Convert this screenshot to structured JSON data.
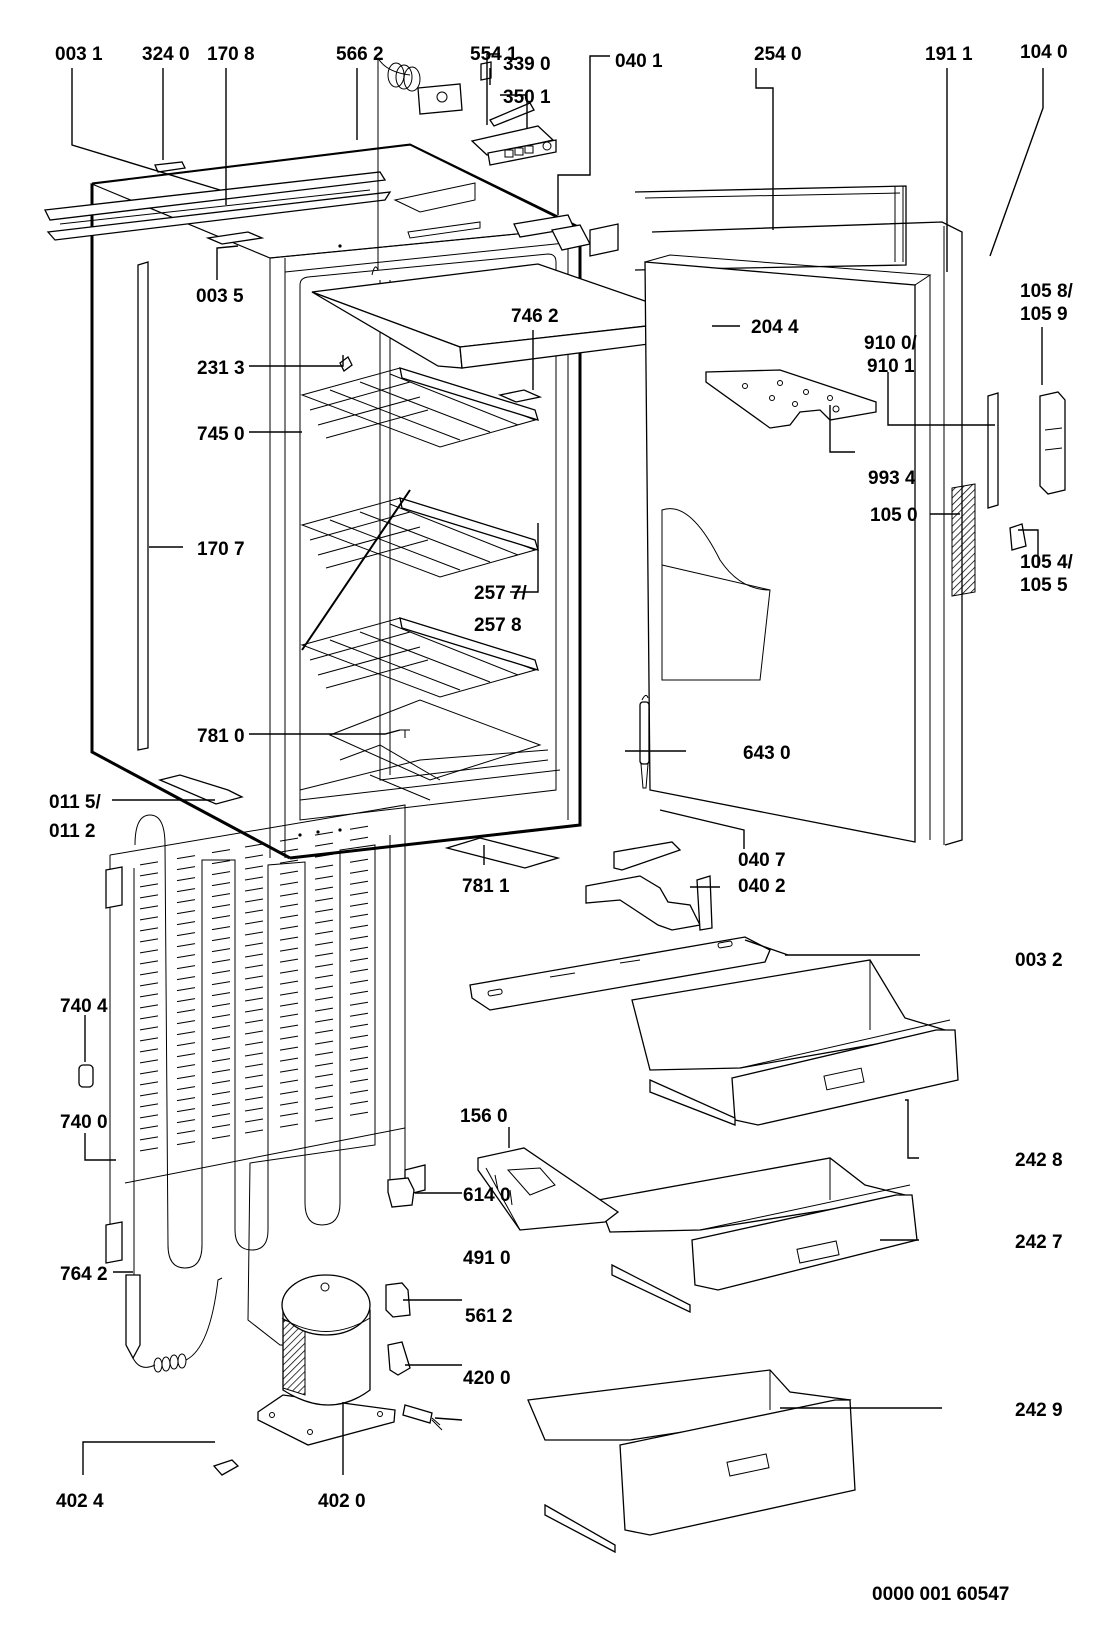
{
  "diagram": {
    "type": "exploded-parts-diagram",
    "subject": "built-in refrigerator",
    "drawing_number": "0000 001 60547",
    "callouts": [
      {
        "id": "0031",
        "text": "003 1",
        "lines": [
          "003 1"
        ]
      },
      {
        "id": "3240",
        "text": "324 0",
        "lines": [
          "324 0"
        ]
      },
      {
        "id": "1708",
        "text": "170 8",
        "lines": [
          "170 8"
        ]
      },
      {
        "id": "5662",
        "text": "566 2",
        "lines": [
          "566 2"
        ]
      },
      {
        "id": "5541",
        "text": "554 1",
        "lines": [
          "554 1"
        ]
      },
      {
        "id": "3390",
        "text": "339 0",
        "lines": [
          "339 0"
        ]
      },
      {
        "id": "3501",
        "text": "350 1",
        "lines": [
          "350 1"
        ]
      },
      {
        "id": "0401",
        "text": "040 1",
        "lines": [
          "040 1"
        ]
      },
      {
        "id": "2540",
        "text": "254 0",
        "lines": [
          "254 0"
        ]
      },
      {
        "id": "1911",
        "text": "191 1",
        "lines": [
          "191 1"
        ]
      },
      {
        "id": "1040",
        "text": "104 0",
        "lines": [
          "104 0"
        ]
      },
      {
        "id": "0035",
        "text": "003 5",
        "lines": [
          "003 5"
        ]
      },
      {
        "id": "7462",
        "text": "746 2",
        "lines": [
          "746 2"
        ]
      },
      {
        "id": "2044",
        "text": "204 4",
        "lines": [
          "204 4"
        ]
      },
      {
        "id": "1058",
        "text": "105 8/ 105 9",
        "lines": [
          "105 8/",
          "105 9"
        ]
      },
      {
        "id": "9100",
        "text": "910 0/ 910 1",
        "lines": [
          "910 0/",
          "910 1"
        ]
      },
      {
        "id": "2313",
        "text": "231 3",
        "lines": [
          "231 3"
        ]
      },
      {
        "id": "7450",
        "text": "745 0",
        "lines": [
          "745 0"
        ]
      },
      {
        "id": "9934",
        "text": "993 4",
        "lines": [
          "993 4"
        ]
      },
      {
        "id": "1050",
        "text": "105 0",
        "lines": [
          "105 0"
        ]
      },
      {
        "id": "1707",
        "text": "170 7",
        "lines": [
          "170 7"
        ]
      },
      {
        "id": "1054",
        "text": "105 4/ 105 5",
        "lines": [
          "105 4/",
          "105 5"
        ]
      },
      {
        "id": "2577",
        "text": "257 7/ 257 8",
        "lines": [
          "257 7/",
          "257 8"
        ]
      },
      {
        "id": "6430",
        "text": "643 0",
        "lines": [
          "643 0"
        ]
      },
      {
        "id": "7810",
        "text": "781 0",
        "lines": [
          "781 0"
        ]
      },
      {
        "id": "0115",
        "text": "011 5/ 011 2",
        "lines": [
          "011 5/",
          "011 2"
        ]
      },
      {
        "id": "0407",
        "text": "040 7",
        "lines": [
          "040 7"
        ]
      },
      {
        "id": "7811",
        "text": "781 1",
        "lines": [
          "781 1"
        ]
      },
      {
        "id": "0402",
        "text": "040 2",
        "lines": [
          "040 2"
        ]
      },
      {
        "id": "0032",
        "text": "003 2",
        "lines": [
          "003 2"
        ]
      },
      {
        "id": "7404",
        "text": "740 4",
        "lines": [
          "740 4"
        ]
      },
      {
        "id": "1560",
        "text": "156 0",
        "lines": [
          "156 0"
        ]
      },
      {
        "id": "7400",
        "text": "740 0",
        "lines": [
          "740 0"
        ]
      },
      {
        "id": "2428",
        "text": "242 8",
        "lines": [
          "242 8"
        ]
      },
      {
        "id": "6140",
        "text": "614 0",
        "lines": [
          "614 0"
        ]
      },
      {
        "id": "2427",
        "text": "242 7",
        "lines": [
          "242 7"
        ]
      },
      {
        "id": "4910",
        "text": "491 0",
        "lines": [
          "491 0"
        ]
      },
      {
        "id": "7642",
        "text": "764 2",
        "lines": [
          "764 2"
        ]
      },
      {
        "id": "5612",
        "text": "561 2",
        "lines": [
          "561 2"
        ]
      },
      {
        "id": "4200",
        "text": "420 0",
        "lines": [
          "420 0"
        ]
      },
      {
        "id": "2429",
        "text": "242 9",
        "lines": [
          "242 9"
        ]
      },
      {
        "id": "4024",
        "text": "402 4",
        "lines": [
          "402 4"
        ]
      },
      {
        "id": "4020",
        "text": "402 0",
        "lines": [
          "402 0"
        ]
      }
    ]
  }
}
